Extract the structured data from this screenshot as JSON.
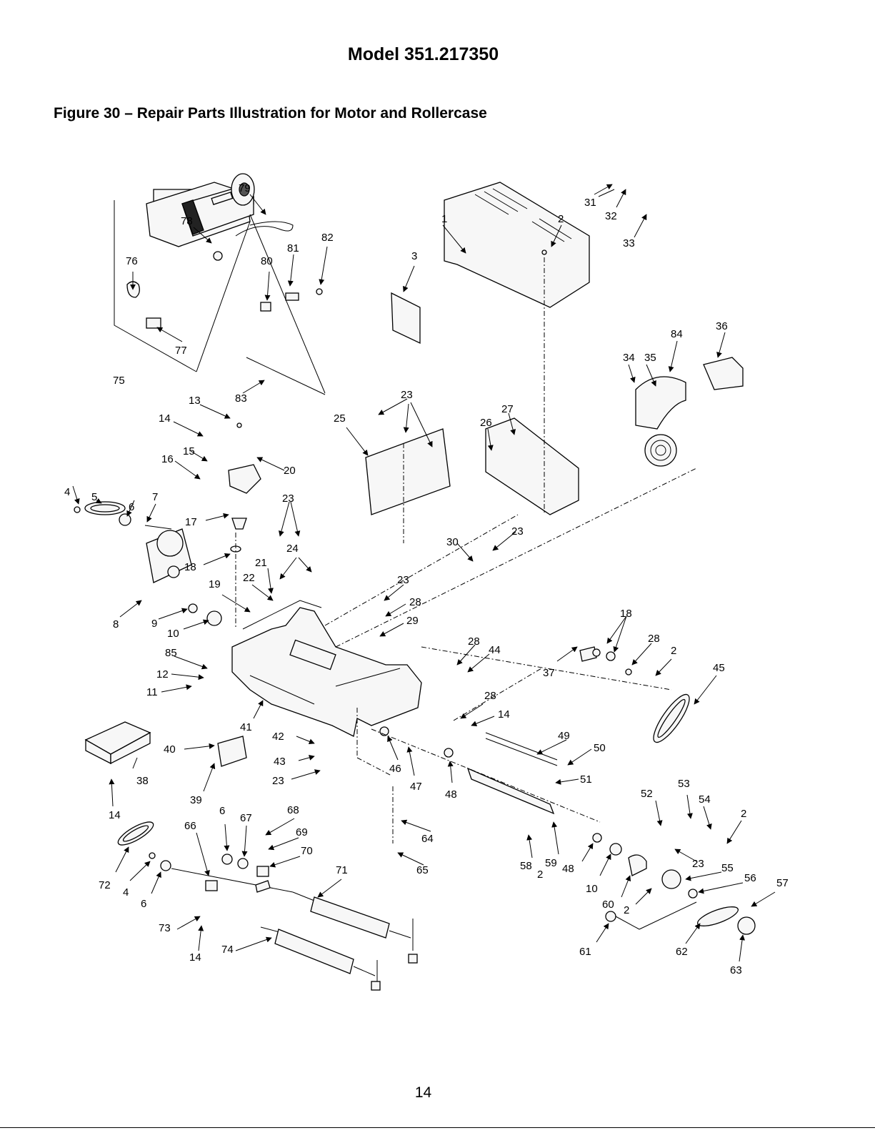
{
  "header": {
    "model": "Model 351.217350",
    "figure_title": "Figure 30 – Repair Parts Illustration for Motor and Rollercase"
  },
  "footer": {
    "page_number": "14"
  },
  "callouts": [
    "1",
    "2",
    "3",
    "4",
    "5",
    "6",
    "7",
    "8",
    "9",
    "10",
    "11",
    "12",
    "13",
    "14",
    "15",
    "16",
    "17",
    "18",
    "19",
    "20",
    "21",
    "22",
    "23",
    "24",
    "25",
    "26",
    "27",
    "28",
    "29",
    "30",
    "31",
    "32",
    "33",
    "34",
    "35",
    "36",
    "37",
    "38",
    "39",
    "40",
    "41",
    "42",
    "43",
    "44",
    "45",
    "46",
    "47",
    "48",
    "49",
    "50",
    "51",
    "52",
    "53",
    "54",
    "55",
    "56",
    "57",
    "58",
    "59",
    "60",
    "61",
    "62",
    "63",
    "64",
    "65",
    "66",
    "67",
    "68",
    "69",
    "70",
    "71",
    "72",
    "73",
    "74",
    "75",
    "76",
    "77",
    "78",
    "79",
    "80",
    "81",
    "82",
    "83",
    "84",
    "85"
  ]
}
